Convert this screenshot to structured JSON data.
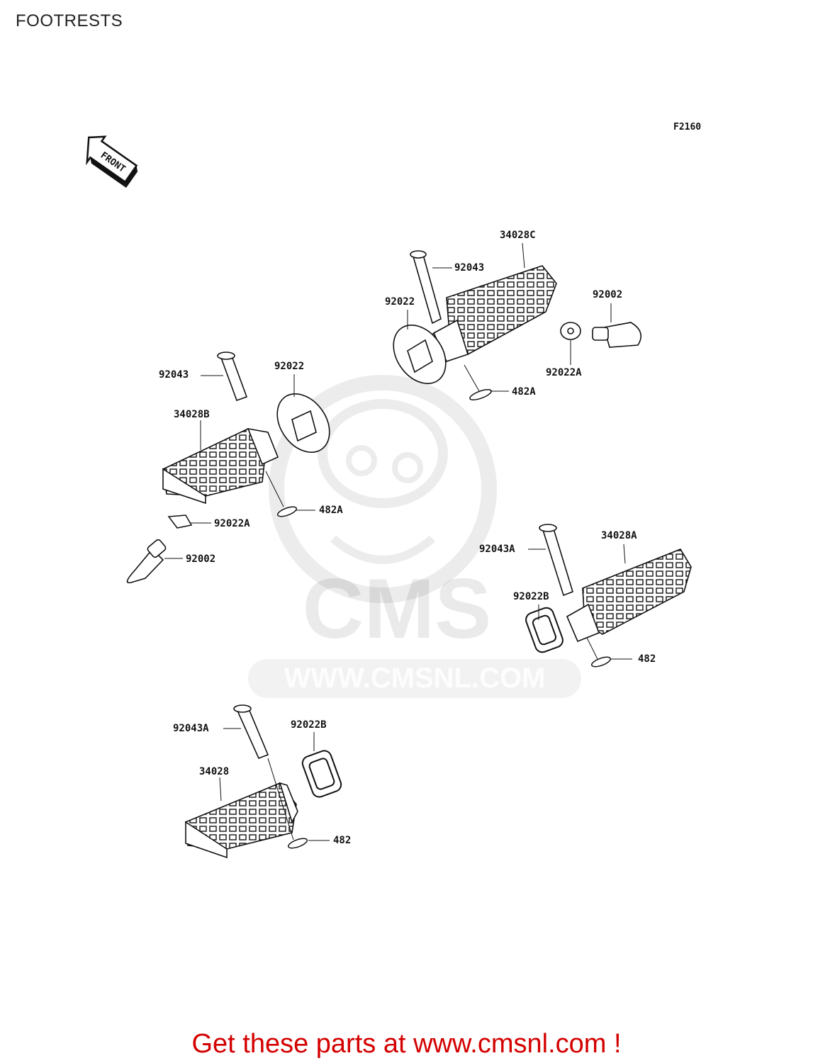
{
  "title": "FOOTRESTS",
  "figure_code": "F2160",
  "front_marker": "FRONT",
  "watermark": {
    "logo_text": "CMS",
    "url_text": "WWW.CMSNL.COM"
  },
  "footer": "Get these parts at www.cmsnl.com !",
  "parts": {
    "p34028C": "34028C",
    "p92043_top": "92043",
    "p92022_top": "92022",
    "p92002_top": "92002",
    "p92022A_top": "92022A",
    "p482A_top": "482A",
    "p92043_left": "92043",
    "p92022_left": "92022",
    "p34028B": "34028B",
    "p482A_left": "482A",
    "p92022A_left": "92022A",
    "p92002_left": "92002",
    "p92043A_right": "92043A",
    "p34028A": "34028A",
    "p92022B_right": "92022B",
    "p482_right": "482",
    "p92043A_bottom": "92043A",
    "p92022B_bottom": "92022B",
    "p34028": "34028",
    "p482_bottom": "482"
  }
}
